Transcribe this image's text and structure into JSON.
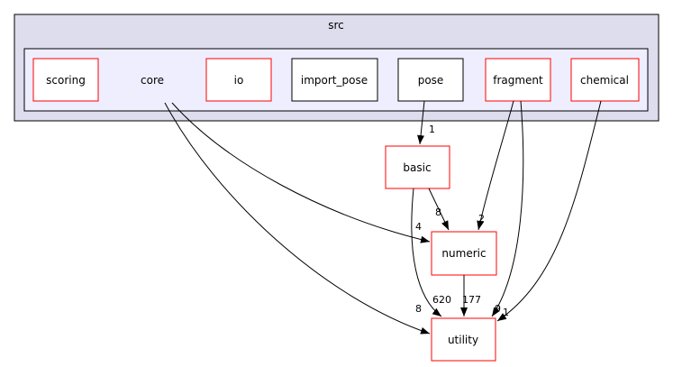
{
  "clusters": {
    "src": {
      "label": "src"
    },
    "core": {
      "label": "core"
    }
  },
  "nodes": {
    "scoring": "scoring",
    "io": "io",
    "import_pose": "import_pose",
    "pose": "pose",
    "fragment": "fragment",
    "chemical": "chemical",
    "basic": "basic",
    "numeric": "numeric",
    "utility": "utility"
  },
  "edges": {
    "pose_basic": "1",
    "basic_numeric": "8",
    "fragment_numeric": "2",
    "core_numeric": "4",
    "basic_utility": "620",
    "numeric_utility": "177",
    "core_utility": "8",
    "fragment_utility": "9",
    "chemical_utility": "1"
  },
  "colors": {
    "outer_cluster_fill": "#ddddee",
    "inner_cluster_fill": "#eeeeff",
    "red_border": "#ff0000",
    "black_border": "#000000"
  }
}
